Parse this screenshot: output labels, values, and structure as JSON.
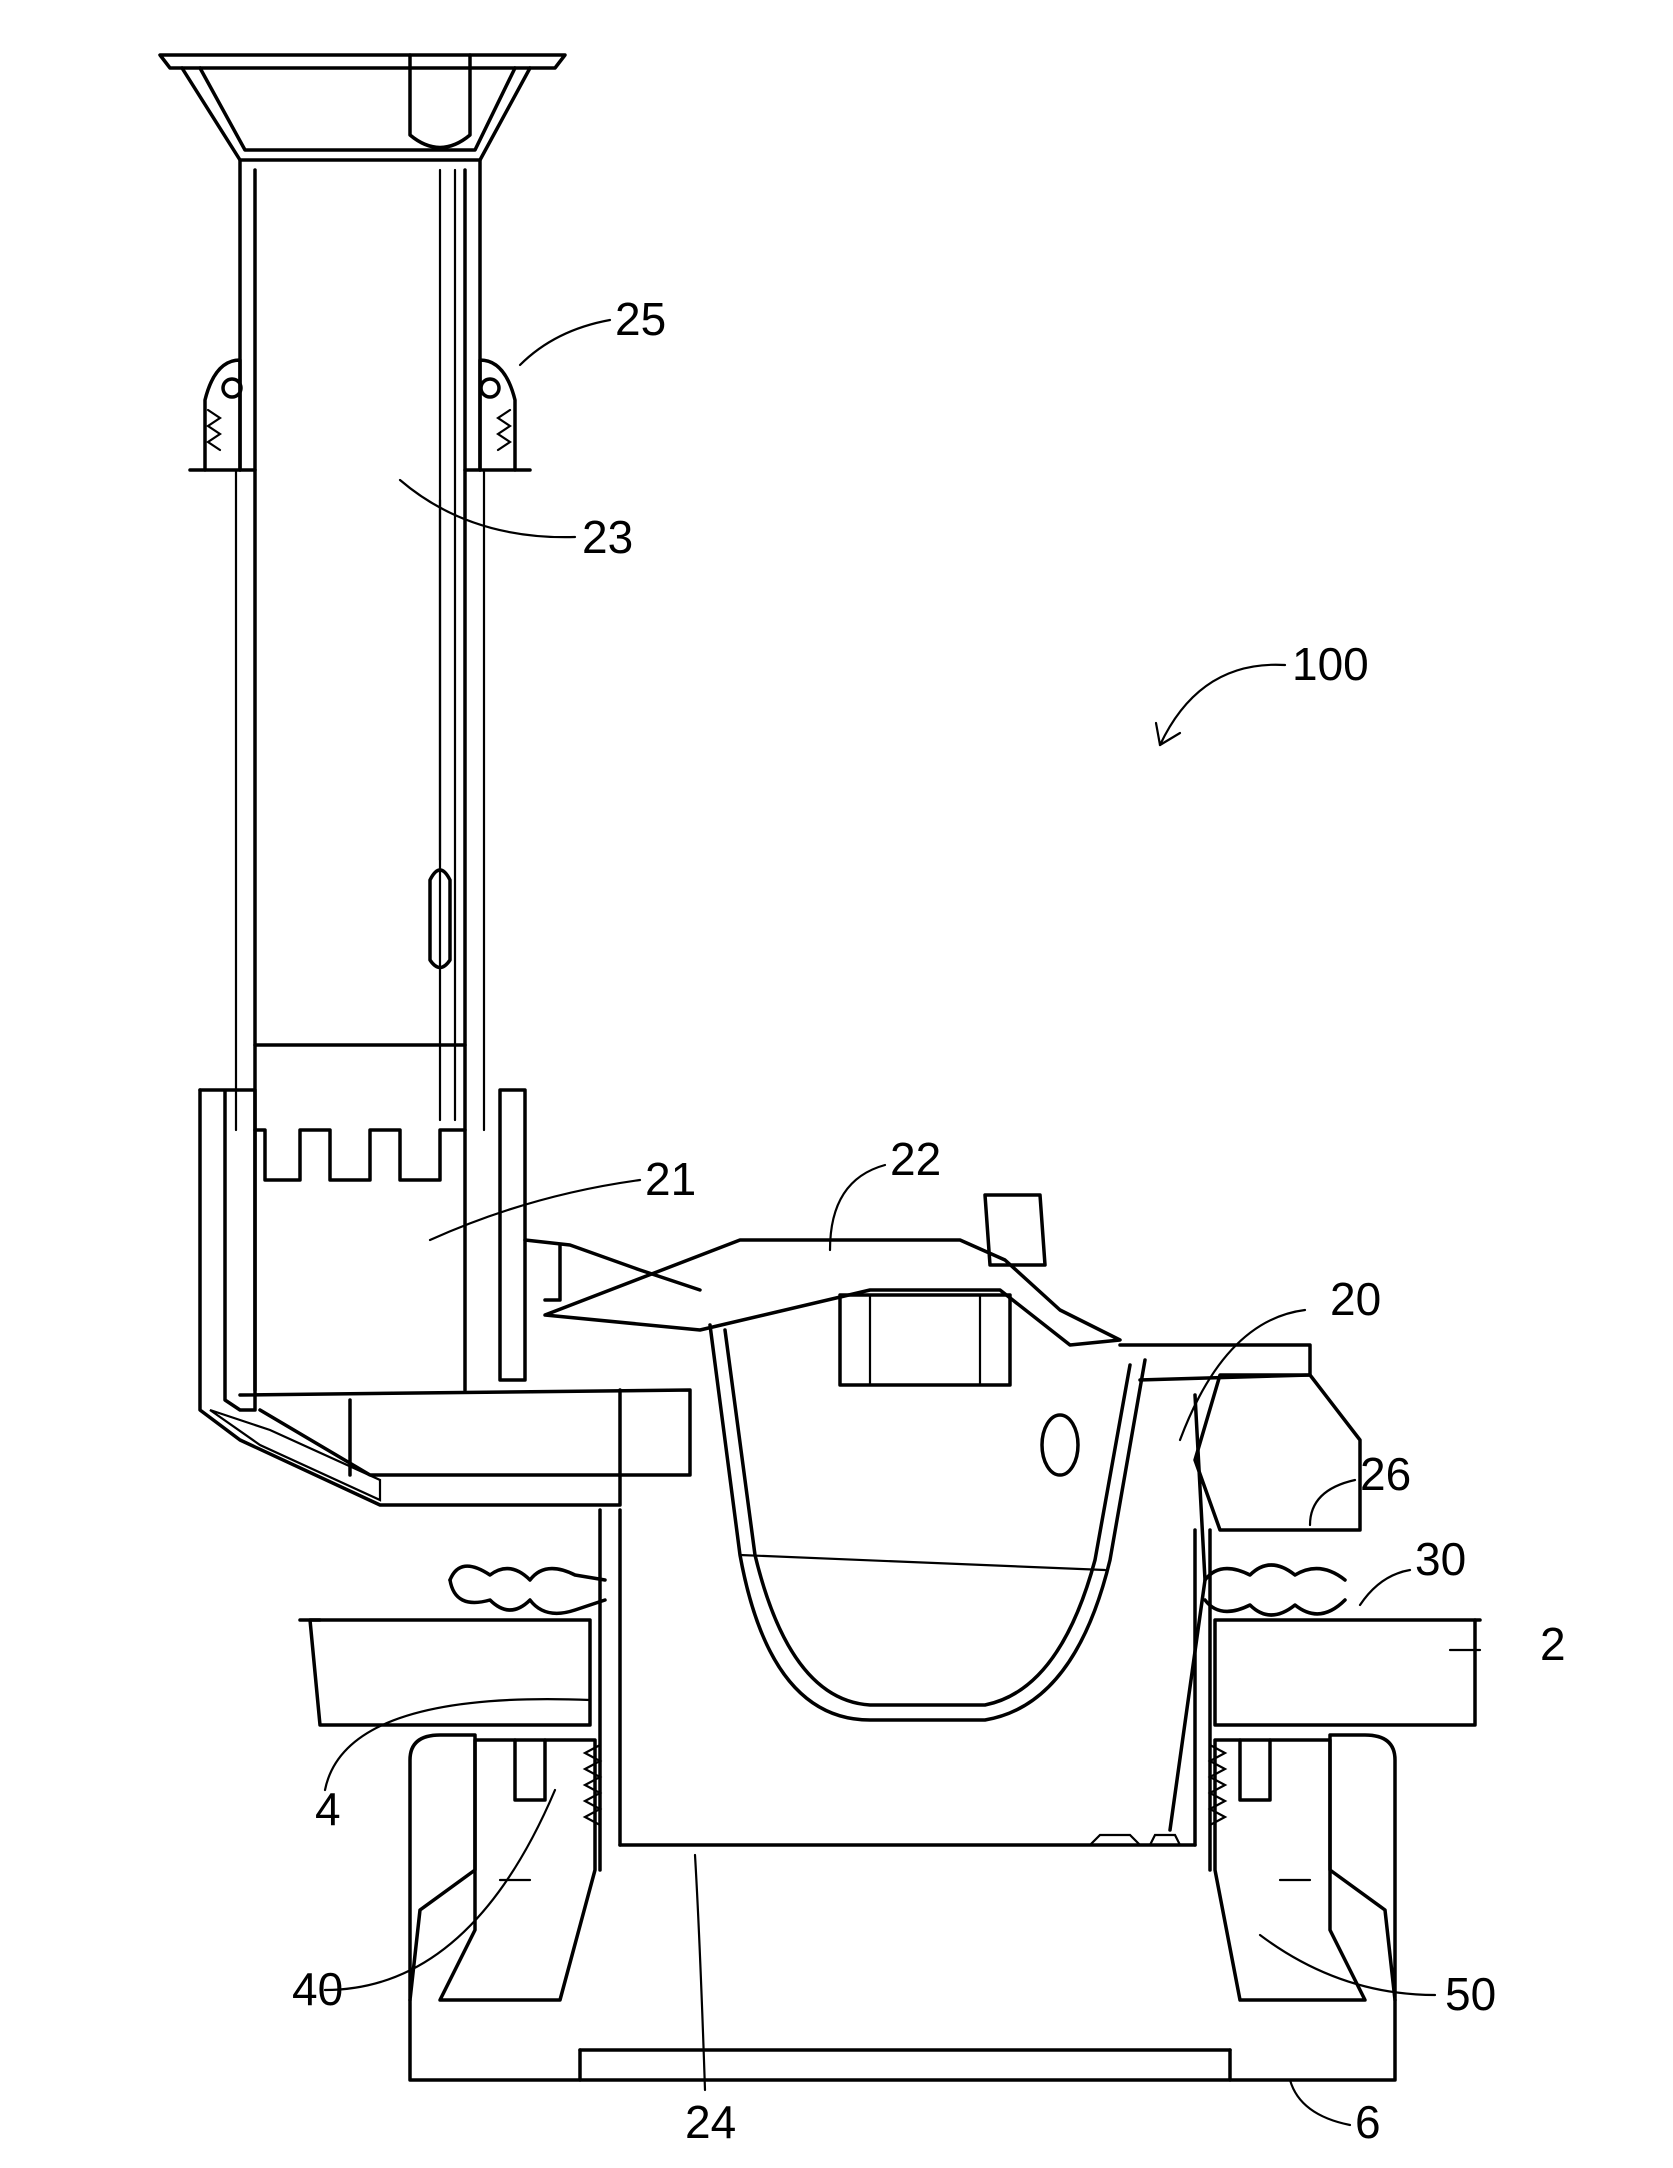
{
  "labels": {
    "ref_100": "100",
    "ref_25": "25",
    "ref_23": "23",
    "ref_21": "21",
    "ref_22": "22",
    "ref_20": "20",
    "ref_26": "26",
    "ref_30": "30",
    "ref_2": "2",
    "ref_4": "4",
    "ref_40": "40",
    "ref_24": "24",
    "ref_50": "50",
    "ref_6": "6"
  }
}
